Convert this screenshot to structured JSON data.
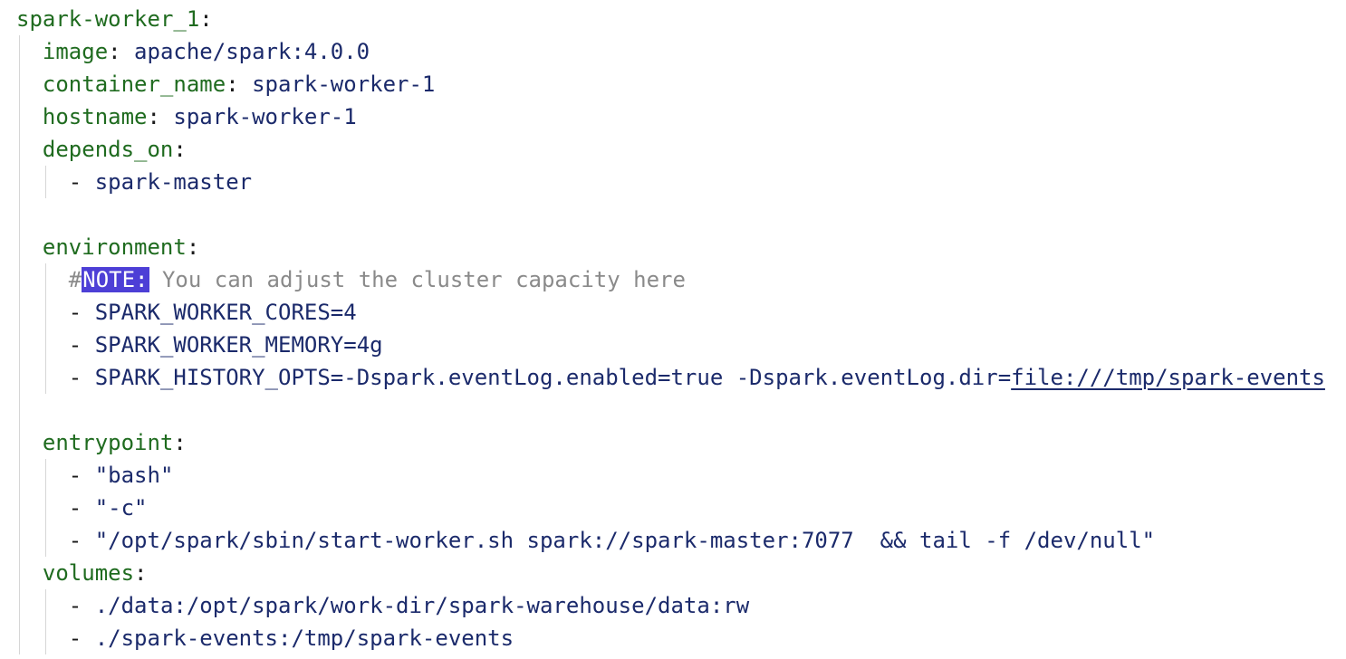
{
  "lines": [
    {
      "indent": "",
      "parts": [
        {
          "cls": "key",
          "text": "spark-worker_1"
        },
        {
          "cls": "punct",
          "text": ":"
        }
      ]
    },
    {
      "indent": "  ",
      "parts": [
        {
          "cls": "key",
          "text": "image"
        },
        {
          "cls": "punct",
          "text": ": "
        },
        {
          "cls": "val",
          "text": "apache/spark:4.0.0"
        }
      ]
    },
    {
      "indent": "  ",
      "parts": [
        {
          "cls": "key",
          "text": "container_name"
        },
        {
          "cls": "punct",
          "text": ": "
        },
        {
          "cls": "val",
          "text": "spark-worker-1"
        }
      ]
    },
    {
      "indent": "  ",
      "parts": [
        {
          "cls": "key",
          "text": "hostname"
        },
        {
          "cls": "punct",
          "text": ": "
        },
        {
          "cls": "val",
          "text": "spark-worker-1"
        }
      ]
    },
    {
      "indent": "  ",
      "parts": [
        {
          "cls": "key",
          "text": "depends_on"
        },
        {
          "cls": "punct",
          "text": ":"
        }
      ]
    },
    {
      "indent": "    ",
      "parts": [
        {
          "cls": "punct",
          "text": "- "
        },
        {
          "cls": "val",
          "text": "spark-master"
        }
      ]
    },
    {
      "indent": "",
      "parts": []
    },
    {
      "indent": "  ",
      "parts": [
        {
          "cls": "key",
          "text": "environment"
        },
        {
          "cls": "punct",
          "text": ":"
        }
      ]
    },
    {
      "indent": "    ",
      "parts": [
        {
          "cls": "comment",
          "text": "#"
        },
        {
          "cls": "todo",
          "text": "NOTE:"
        },
        {
          "cls": "comment",
          "text": " You can adjust the cluster capacity here"
        }
      ]
    },
    {
      "indent": "    ",
      "parts": [
        {
          "cls": "punct",
          "text": "- "
        },
        {
          "cls": "val",
          "text": "SPARK_WORKER_CORES=4"
        }
      ]
    },
    {
      "indent": "    ",
      "parts": [
        {
          "cls": "punct",
          "text": "- "
        },
        {
          "cls": "val",
          "text": "SPARK_WORKER_MEMORY=4g"
        }
      ]
    },
    {
      "indent": "    ",
      "parts": [
        {
          "cls": "punct",
          "text": "- "
        },
        {
          "cls": "val",
          "text": "SPARK_HISTORY_OPTS=-Dspark.eventLog.enabled=true -Dspark.eventLog.dir="
        },
        {
          "cls": "val link",
          "text": "file:///tmp/spark-events"
        }
      ]
    },
    {
      "indent": "",
      "parts": []
    },
    {
      "indent": "  ",
      "parts": [
        {
          "cls": "key",
          "text": "entrypoint"
        },
        {
          "cls": "punct",
          "text": ":"
        }
      ]
    },
    {
      "indent": "    ",
      "parts": [
        {
          "cls": "punct",
          "text": "- "
        },
        {
          "cls": "val",
          "text": "\"bash\""
        }
      ]
    },
    {
      "indent": "    ",
      "parts": [
        {
          "cls": "punct",
          "text": "- "
        },
        {
          "cls": "val",
          "text": "\"-c\""
        }
      ]
    },
    {
      "indent": "    ",
      "parts": [
        {
          "cls": "punct",
          "text": "- "
        },
        {
          "cls": "val",
          "text": "\"/opt/spark/sbin/start-worker.sh spark://spark-master:7077  && tail -f /dev/null\""
        }
      ]
    },
    {
      "indent": "  ",
      "parts": [
        {
          "cls": "key",
          "text": "volumes"
        },
        {
          "cls": "punct",
          "text": ":"
        }
      ]
    },
    {
      "indent": "    ",
      "parts": [
        {
          "cls": "punct",
          "text": "- "
        },
        {
          "cls": "val",
          "text": "./data:/opt/spark/work-dir/spark-warehouse/data:rw"
        }
      ]
    },
    {
      "indent": "    ",
      "parts": [
        {
          "cls": "punct",
          "text": "- "
        },
        {
          "cls": "val",
          "text": "./spark-events:/tmp/spark-events"
        }
      ]
    }
  ],
  "colors": {
    "key": "#1f6b1f",
    "value": "#1b2a6b",
    "comment": "#8a8a8a",
    "todo_highlight": "#4d3fd6",
    "indent_guide": "#d6d6d6"
  }
}
